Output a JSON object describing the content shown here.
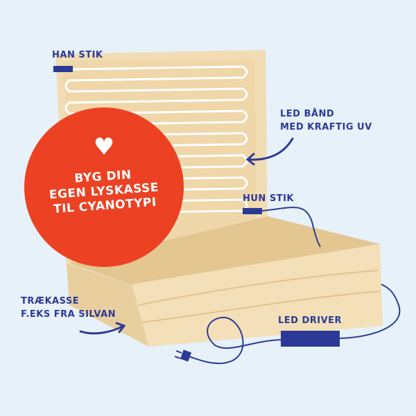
{
  "badge": {
    "icon": "heart-icon",
    "lines": [
      "BYG DIN",
      "EGEN LYSKASSE",
      "TIL CYANOTYPI"
    ]
  },
  "labels": {
    "han_stik": "HAN STIK",
    "led_band": [
      "LED BÅND",
      "MED KRAFTIG UV"
    ],
    "hun_stik": "HUN STIK",
    "traekasse": [
      "TRÆKASSE",
      "F.EKS FRA SILVAN"
    ],
    "led_driver": "LED DRIVER"
  },
  "colors": {
    "background": "#e6f1fa",
    "accent": "#2b3a96",
    "badge": "#ec4123",
    "wood": "#f1dcb4"
  }
}
